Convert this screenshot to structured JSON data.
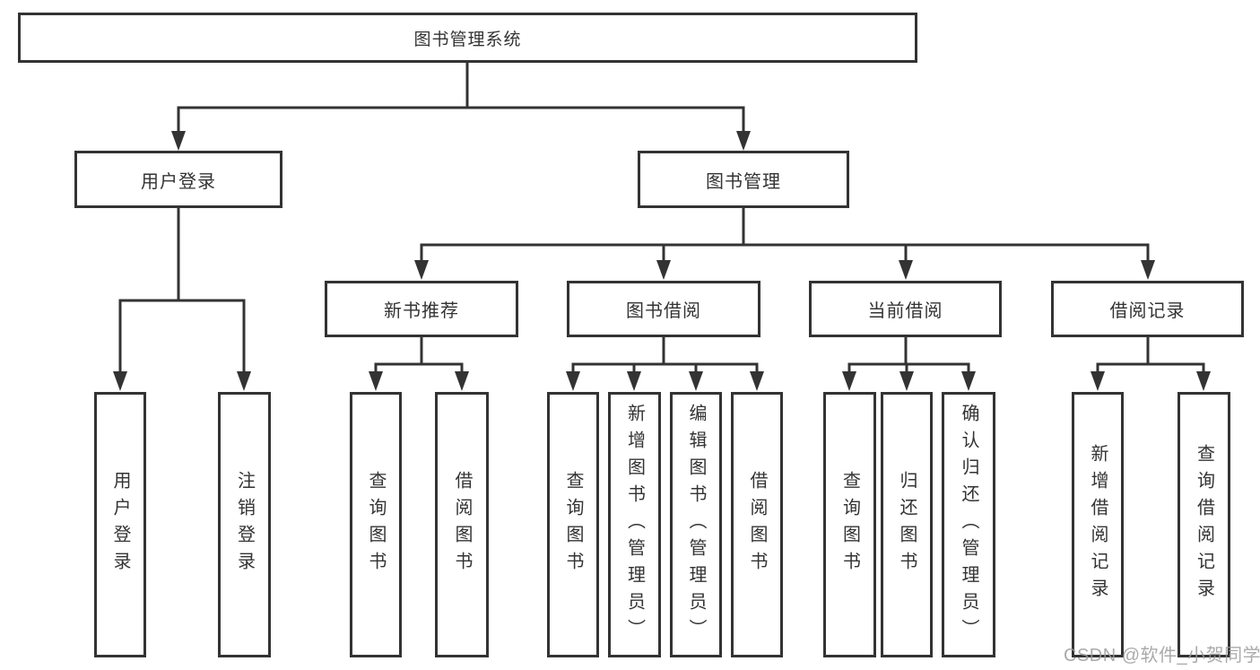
{
  "tree": {
    "root": "图书管理系统",
    "branches": [
      {
        "label": "用户登录",
        "leaves": [
          "用户登录",
          "注销登录"
        ]
      },
      {
        "label": "图书管理",
        "groups": [
          {
            "label": "新书推荐",
            "leaves": [
              "查询图书",
              "借阅图书"
            ]
          },
          {
            "label": "图书借阅",
            "leaves": [
              "查询图书",
              "新增图书（管理员）",
              "编辑图书（管理员）",
              "借阅图书"
            ]
          },
          {
            "label": "当前借阅",
            "leaves": [
              "查询图书",
              "归还图书",
              "确认归还（管理员）"
            ]
          },
          {
            "label": "借阅记录",
            "leaves": [
              "新增借阅记录",
              "查询借阅记录"
            ]
          }
        ]
      }
    ]
  },
  "watermark": "CSDN @软件_小贺同学",
  "colors": {
    "line": "#333333",
    "box_border": "#333333",
    "text": "#333333",
    "watermark_gray": "#9c9c9c",
    "background": "#ffffff"
  }
}
